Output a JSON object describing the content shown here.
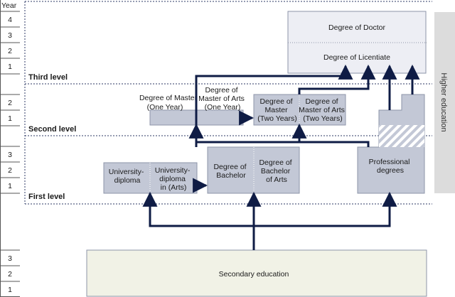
{
  "axis": {
    "title": "Year",
    "third_level_years": [
      "4",
      "3",
      "2",
      "1"
    ],
    "second_level_years": [
      "2",
      "1"
    ],
    "first_level_years": [
      "3",
      "2",
      "1"
    ],
    "secondary_years": [
      "3",
      "2",
      "1"
    ]
  },
  "levels": {
    "third": "Third level",
    "second": "Second level",
    "first": "First level"
  },
  "side_label": "Higher education",
  "boxes": {
    "doctor": "Degree of Doctor",
    "licentiate": "Degree of Licentiate",
    "master_one_year": [
      "Degree of Master",
      "(One Year)"
    ],
    "master_arts_one_year": [
      "Degree of",
      "Master of Arts",
      "(One Year)"
    ],
    "master_two_years": [
      "Degree of",
      "Master",
      "(Two Years)"
    ],
    "master_arts_two_years": [
      "Degree of",
      "Master of Arts",
      "(Two Years)"
    ],
    "university_diploma": [
      "University-",
      "diploma"
    ],
    "university_diploma_arts": [
      "University-",
      "diploma",
      "in (Arts)"
    ],
    "bachelor": [
      "Degree of",
      "Bachelor"
    ],
    "bachelor_arts": [
      "Degree of",
      "Bachelor",
      "of Arts"
    ],
    "professional": [
      "Professional",
      "degrees"
    ],
    "secondary": "Secondary education"
  },
  "colors": {
    "box_fill": "#c3c8d6",
    "box_stroke": "#8d94a8",
    "doctor_fill": "#edeef4",
    "secondary_fill": "#f1f2e6",
    "arrow": "#0f1c45",
    "dotted": "#2e3a66",
    "side_band": "#dcdcdc"
  }
}
